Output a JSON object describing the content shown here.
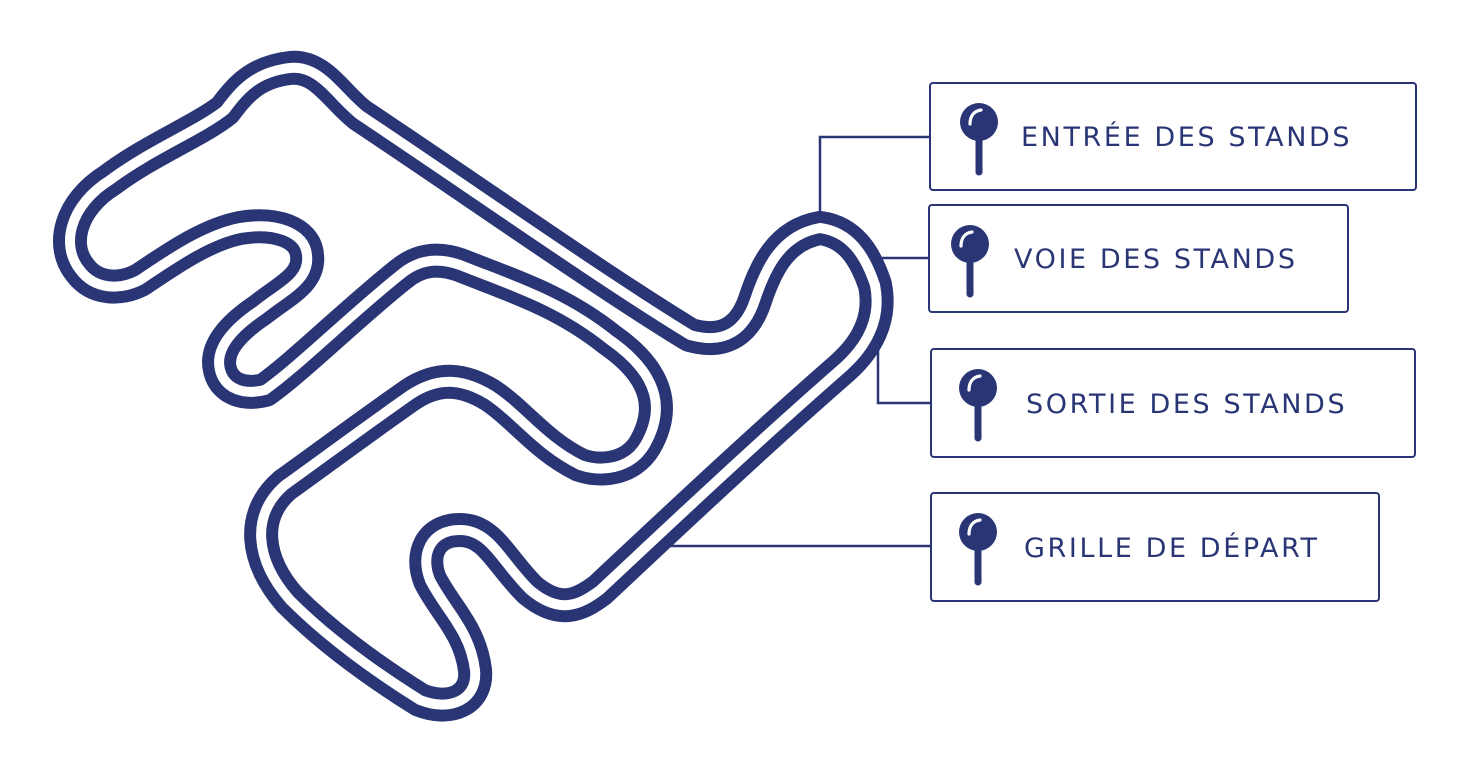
{
  "map": {
    "colors": {
      "track": "#2a3575",
      "background": "#ffffff"
    },
    "legend": [
      {
        "label": "ENTRÉE DES STANDS",
        "icon": "map-pin-icon"
      },
      {
        "label": "VOIE DES STANDS",
        "icon": "map-pin-icon"
      },
      {
        "label": "SORTIE DES STANDS",
        "icon": "map-pin-icon"
      },
      {
        "label": "GRILLE DE DÉPART",
        "icon": "map-pin-icon"
      }
    ]
  }
}
